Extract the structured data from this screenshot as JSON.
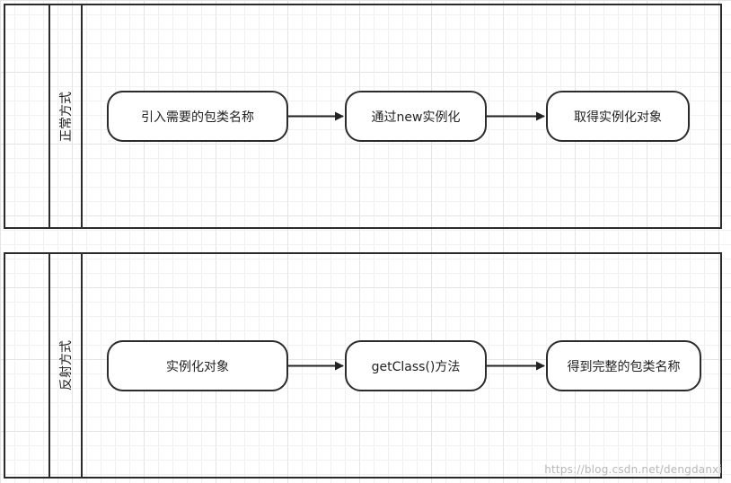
{
  "lanes": [
    {
      "title": "正常方式",
      "nodes": [
        "引入需要的包类名称",
        "通过new实例化",
        "取得实例化对象"
      ]
    },
    {
      "title": "反射方式",
      "nodes": [
        "实例化对象",
        "getClass()方法",
        "得到完整的包类名称"
      ]
    }
  ],
  "watermark": "https://blog.csdn.net/dengdanxi"
}
